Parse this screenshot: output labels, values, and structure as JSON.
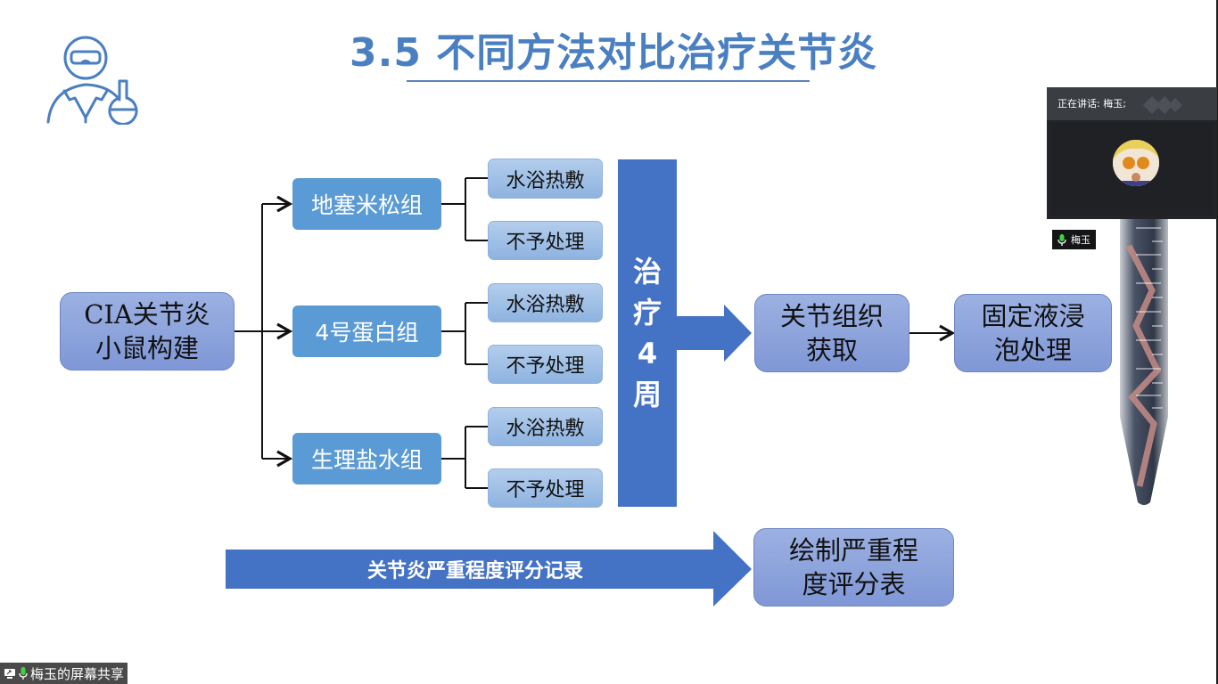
{
  "slide": {
    "title": "3.5 不同方法对比治疗关节炎",
    "logo_icon": "scientist-icon",
    "start_box": {
      "line1": "CIA关节炎",
      "line2": "小鼠构建"
    },
    "groups": [
      {
        "label": "地塞米松组",
        "treatments": [
          "水浴热敷",
          "不予处理"
        ]
      },
      {
        "label": "4号蛋白组",
        "treatments": [
          "水浴热敷",
          "不予处理"
        ]
      },
      {
        "label": "生理盐水组",
        "treatments": [
          "水浴热敷",
          "不予处理"
        ]
      }
    ],
    "treatment_bar": {
      "chars": [
        "治",
        "疗",
        "4",
        "周"
      ]
    },
    "tissue_box": {
      "line1": "关节组织",
      "line2": "获取"
    },
    "fixation_box": {
      "line1": "固定液浸",
      "line2": "泡处理"
    },
    "score_arrow": "关节炎严重程度评分记录",
    "score_box": {
      "line1": "绘制严重程",
      "line2": "度评分表"
    },
    "tube_image": "specimen-tube-photo"
  },
  "meeting": {
    "speaking_label": "正在讲话: 梅玉;",
    "participant_name": "梅玉",
    "mic_icon": "microphone-icon",
    "share_label": "梅玉的屏幕共享",
    "share_icon": "screen-share-icon"
  },
  "colors": {
    "title": "#4a7fc1",
    "group_box": "#5b9bd5",
    "main_box": "#8ea3dc",
    "treatment_bar": "#4472c4",
    "mic_active": "#3fd13f"
  }
}
